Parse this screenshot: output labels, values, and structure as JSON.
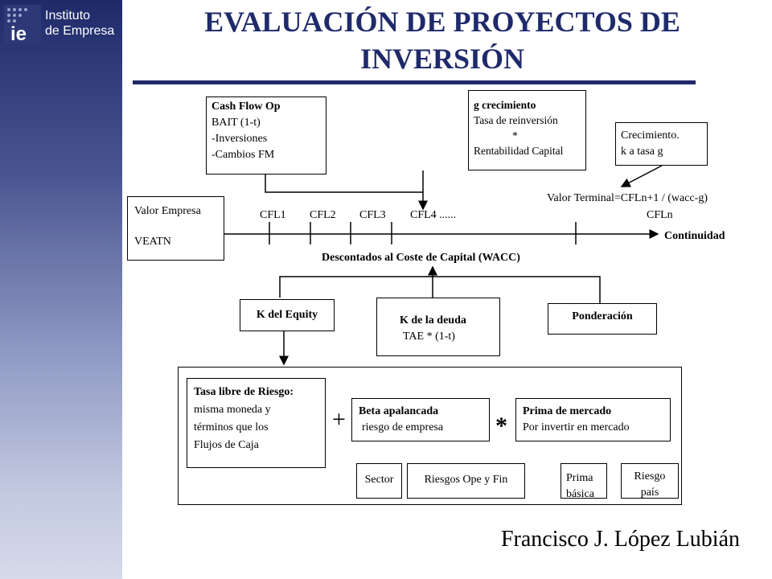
{
  "logo": {
    "line1": "Instituto",
    "line2": "de Empresa",
    "mark": "ie"
  },
  "title": {
    "line1": "EVALUACIÓN DE PROYECTOS DE",
    "line2": "INVERSIÓN"
  },
  "cash_flow_box": {
    "heading": "Cash Flow Op",
    "line1": "BAIT (1-t)",
    "line2": "-Inversiones",
    "line3": "-Cambios FM"
  },
  "growth_box": {
    "heading": "g crecimiento",
    "line1": "Tasa de reinversión",
    "line2": "*",
    "line3": "Rentabilidad Capital"
  },
  "crecimiento_box": {
    "line1": "Crecimiento.",
    "line2": "k  a tasa g"
  },
  "valor_empresa_box": {
    "line1": "Valor Empresa",
    "line2": "VEATN"
  },
  "terminal_value": "Valor Terminal=CFLn+1 / (wacc-g)",
  "timeline": {
    "labels": [
      "CFL1",
      "CFL2",
      "CFL3",
      "CFL4 ......"
    ],
    "final_label": "CFLn",
    "end_label": "Continuidad",
    "discount_label": "Descontados al Coste de Capital (WACC)"
  },
  "k_equity": "K del Equity",
  "k_deuda": {
    "heading": "K de la deuda",
    "line1": "TAE * (1-t)"
  },
  "ponderacion": "Ponderación",
  "tasa_libre": {
    "heading": "Tasa libre de Riesgo:",
    "line1": "misma  moneda y",
    "line2": "términos que los",
    "line3": "Flujos de Caja"
  },
  "plus_sign": "+",
  "times_sign": "*",
  "beta": {
    "heading": "Beta apalancada",
    "line1": "riesgo de empresa"
  },
  "prima_mercado": {
    "heading": "Prima de  mercado",
    "line1": "Por invertir en mercado"
  },
  "sector": "Sector",
  "riesgos": "Riesgos Ope y Fin",
  "prima_basica": {
    "line1": "Prima",
    "line2": "básica"
  },
  "riesgo_pais": {
    "line1": "Riesgo",
    "line2": "país"
  },
  "author": "Francisco J. López Lubián"
}
